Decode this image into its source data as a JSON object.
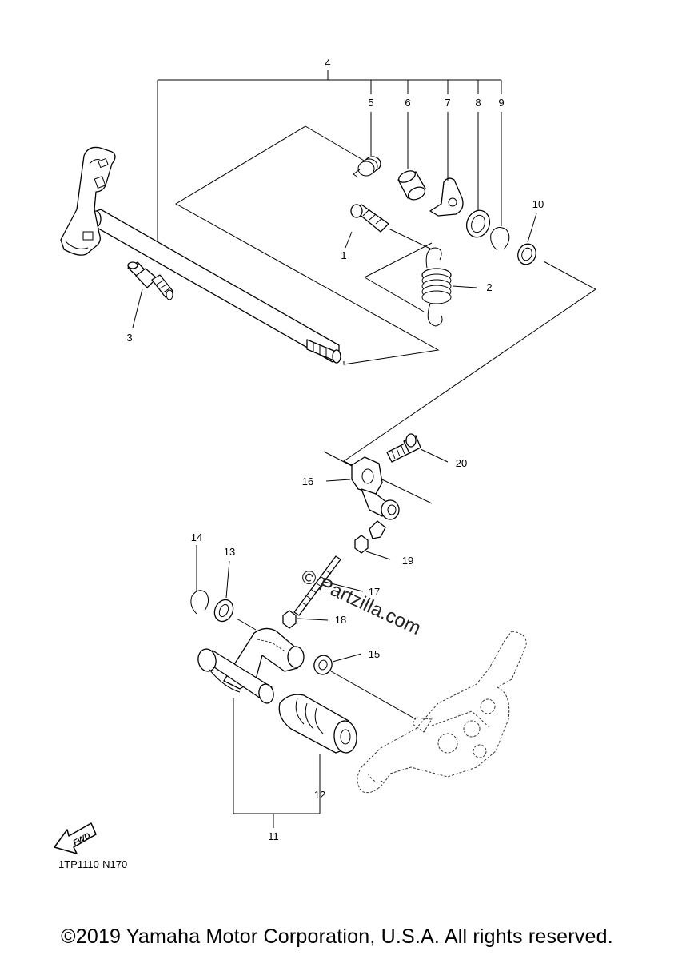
{
  "diagram": {
    "callouts": [
      "1",
      "2",
      "3",
      "4",
      "5",
      "6",
      "7",
      "8",
      "9",
      "10",
      "11",
      "12",
      "13",
      "14",
      "15",
      "16",
      "17",
      "18",
      "19",
      "20"
    ],
    "fwd_label": "FWD",
    "drawing_code": "1TP1110-N170",
    "watermark": "© Partzilla.com",
    "copyright": "©2019 Yamaha Motor Corporation, U.S.A. All rights reserved."
  }
}
